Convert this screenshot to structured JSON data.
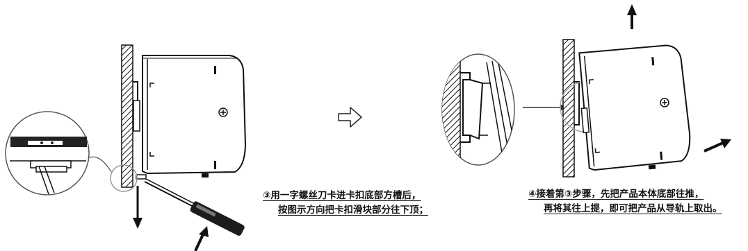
{
  "step3": {
    "line1": "③用一字螺丝刀卡进卡扣底部方槽后，",
    "line2": "按图示方向把卡扣滑块部分往下顶；"
  },
  "step4": {
    "line1": "④接着第③步骤，先把产品本体底部往推，",
    "line2": "再将其往上提，即可把产品从导轨上取出。"
  }
}
